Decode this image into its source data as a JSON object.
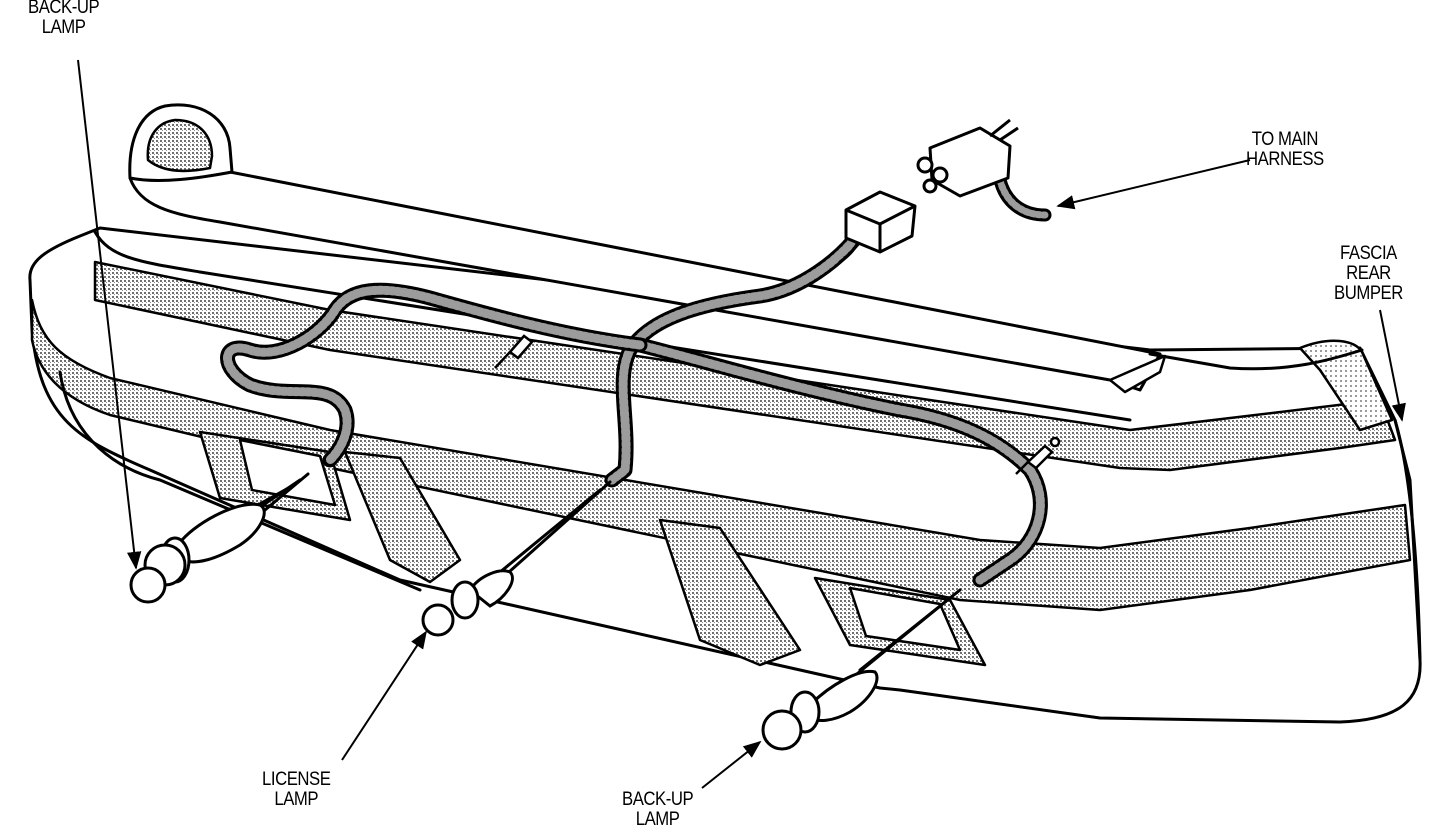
{
  "diagram": {
    "labels": {
      "backup_lamp_left": [
        "BACK-UP",
        "LAMP"
      ],
      "to_main_harness": [
        "TO MAIN",
        "HARNESS"
      ],
      "fascia_rear_bumper": [
        "FASCIA",
        "REAR",
        "BUMPER"
      ],
      "license_lamp": [
        "LICENSE",
        "LAMP"
      ],
      "backup_lamp_right": [
        "BACK-UP",
        "LAMP"
      ]
    },
    "colors": {
      "line": "#000000",
      "shade": "#b5b5b5",
      "paper": "#ffffff"
    }
  }
}
